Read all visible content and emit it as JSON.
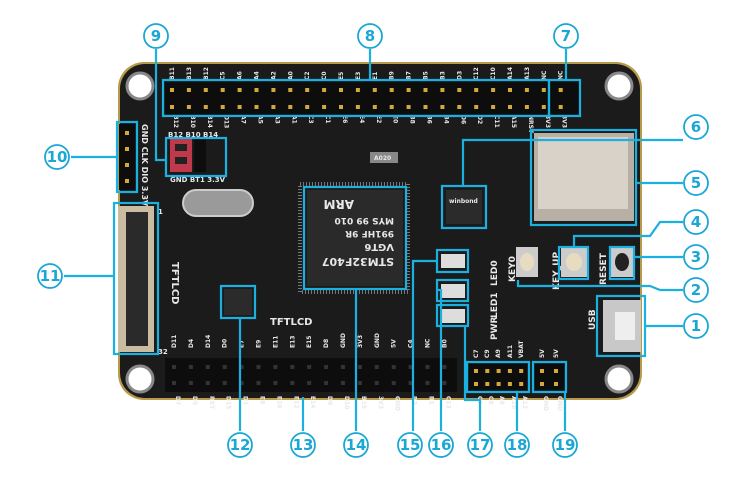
{
  "callouts": [
    {
      "n": "①",
      "target": "usb-port"
    },
    {
      "n": "②",
      "target": "key0-button"
    },
    {
      "n": "③",
      "target": "reset-button"
    },
    {
      "n": "④",
      "target": "key-up-button"
    },
    {
      "n": "⑤",
      "target": "sd-card-slot"
    },
    {
      "n": "⑥",
      "target": "spi-flash"
    },
    {
      "n": "⑦",
      "target": "nc-pins"
    },
    {
      "n": "⑧",
      "target": "io-header-top"
    },
    {
      "n": "⑨",
      "target": "boot-jumpers"
    },
    {
      "n": "⑩",
      "target": "swd-header"
    },
    {
      "n": "⑪",
      "target": "tftlcd-fpc-connector"
    },
    {
      "n": "⑫",
      "target": "eeprom-chip"
    },
    {
      "n": "⑬",
      "target": "tftlcd-header"
    },
    {
      "n": "⑭",
      "target": "stm32-mcu"
    },
    {
      "n": "⑮",
      "target": "led0"
    },
    {
      "n": "⑯",
      "target": "led1"
    },
    {
      "n": "⑰",
      "target": "power-led"
    },
    {
      "n": "⑱",
      "target": "io-header-right"
    },
    {
      "n": "⑲",
      "target": "5v-header"
    }
  ],
  "top_header": {
    "top_labels": [
      "B11",
      "B13",
      "B12",
      "C5",
      "A6",
      "A4",
      "A2",
      "A0",
      "C2",
      "C0",
      "E5",
      "E3",
      "E1",
      "B9",
      "B7",
      "B5",
      "B3",
      "D3",
      "C12",
      "C10",
      "A14",
      "A13",
      "NC",
      "NC"
    ],
    "bottom_labels": [
      "B12",
      "B10",
      "B14",
      "D13",
      "A7",
      "A5",
      "A3",
      "A1",
      "C3",
      "C1",
      "E6",
      "E4",
      "E2",
      "E0",
      "B8",
      "B6",
      "B4",
      "D6",
      "D2",
      "C11",
      "A15",
      "NRST",
      "3V3",
      "3V3"
    ]
  },
  "swd_label": "GND CLK DIO 3.3V",
  "boot_labels": {
    "top": "B12 B10 B14",
    "bottom": "GND BT1 3.3V"
  },
  "fpc": {
    "label": "TFTLCD",
    "pin1": "1",
    "pin32": "32"
  },
  "mcu": {
    "line1": "STM32F407",
    "line2": "VGT6",
    "line3": "991HF 9R",
    "line4": "MYS 99 010",
    "brand": "ARM"
  },
  "flash_text": "winbond",
  "crystal_text": "A020",
  "leds": {
    "led0": "LED0",
    "led1": "LED1",
    "pwr": "PWR"
  },
  "buttons": {
    "key0": "KEY0",
    "key_up": "KEY_UP",
    "reset": "RESET"
  },
  "usb_label": "USB",
  "bottom_header": {
    "title": "TFTLCD",
    "top_labels": [
      "D11",
      "D4",
      "D14",
      "D0",
      "E7",
      "E9",
      "E11",
      "E13",
      "E15",
      "D8",
      "GND",
      "3V3",
      "GND",
      "5V",
      "C4",
      "NC",
      "B0"
    ],
    "bottom_labels": [
      "D7",
      "D5",
      "RST",
      "D15",
      "D1",
      "E8",
      "E10",
      "E12",
      "E14",
      "D9",
      "D10",
      "B15",
      "3V3",
      "GND",
      "B2",
      "B1",
      "C13"
    ]
  },
  "right_header": {
    "top_labels": [
      "C7",
      "C9",
      "A9",
      "A11",
      "VBAT",
      "5V",
      "5V"
    ],
    "bottom_labels": [
      "C6",
      "C8",
      "A8",
      "A10",
      "A12",
      "GND",
      "GND"
    ]
  },
  "colors": {
    "board": "#1b1b1b",
    "callout": "#1ab0e0",
    "edge": "#b89a4a"
  }
}
